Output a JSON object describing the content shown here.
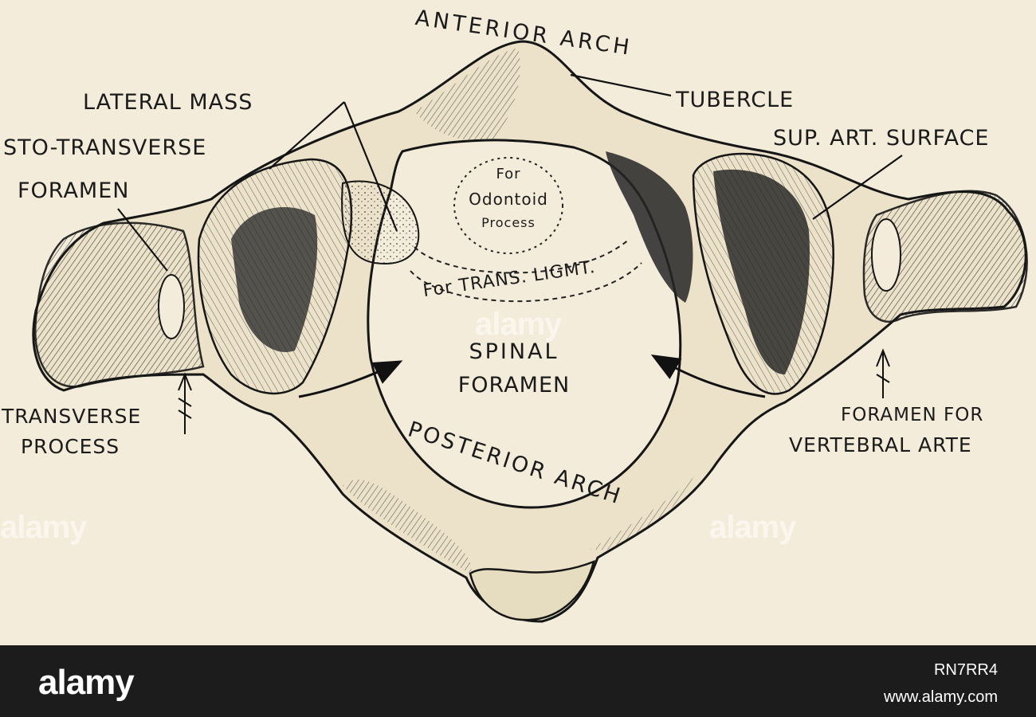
{
  "labels": {
    "anterior_arch": "ANTERIOR ARCH",
    "tubercle": "TUBERCLE",
    "lateral_mass": "LATERAL MASS",
    "costo_transverse_line1": "STO-TRANSVERSE",
    "costo_transverse_line2": "FORAMEN",
    "sup_art_surface": "SUP. ART. SURFACE",
    "for_odontoid_line1": "For",
    "for_odontoid_line2": "Odontoid",
    "for_odontoid_line3": "Process",
    "for_trans_ligmt": "For TRANS. LIGMT.",
    "spinal_foramen_line1": "SPINAL",
    "spinal_foramen_line2": "FORAMEN",
    "transverse_process_line1": "TRANSVERSE",
    "transverse_process_line2": "PROCESS",
    "posterior_arch": "POSTERIOR ARCH",
    "foramen_vertebral_line1": "FORAMEN FOR",
    "foramen_vertebral_line2": "VERTEBRAL ARTE"
  },
  "watermark": "alamy",
  "footer": {
    "brand": "alamy",
    "image_code": "RN7RR4",
    "site": "www.alamy.com"
  },
  "colors": {
    "paper": "#f3ecda",
    "ink": "#1b1b1b",
    "footer_bg": "#1c1c1c"
  }
}
